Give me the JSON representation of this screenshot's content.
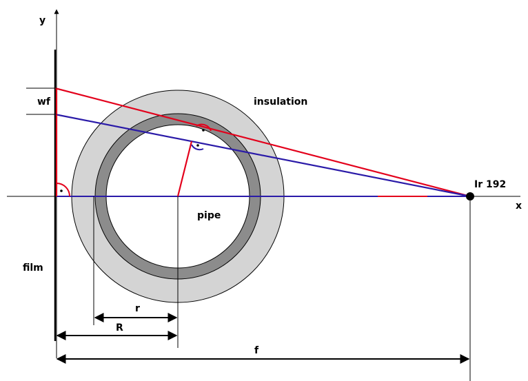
{
  "labels": {
    "y_axis": "y",
    "x_axis": "x",
    "wf": "wf",
    "insulation": "insulation",
    "source": "Ir 192",
    "pipe": "pipe",
    "film": "film",
    "r": "r",
    "R": "R",
    "f": "f"
  },
  "colors": {
    "red_ray": "#e3001b",
    "blue_ray": "#2a1aa8",
    "insulation_fill": "#d4d4d4",
    "pipe_wall_fill": "#8c8c8c",
    "line": "#000000"
  }
}
